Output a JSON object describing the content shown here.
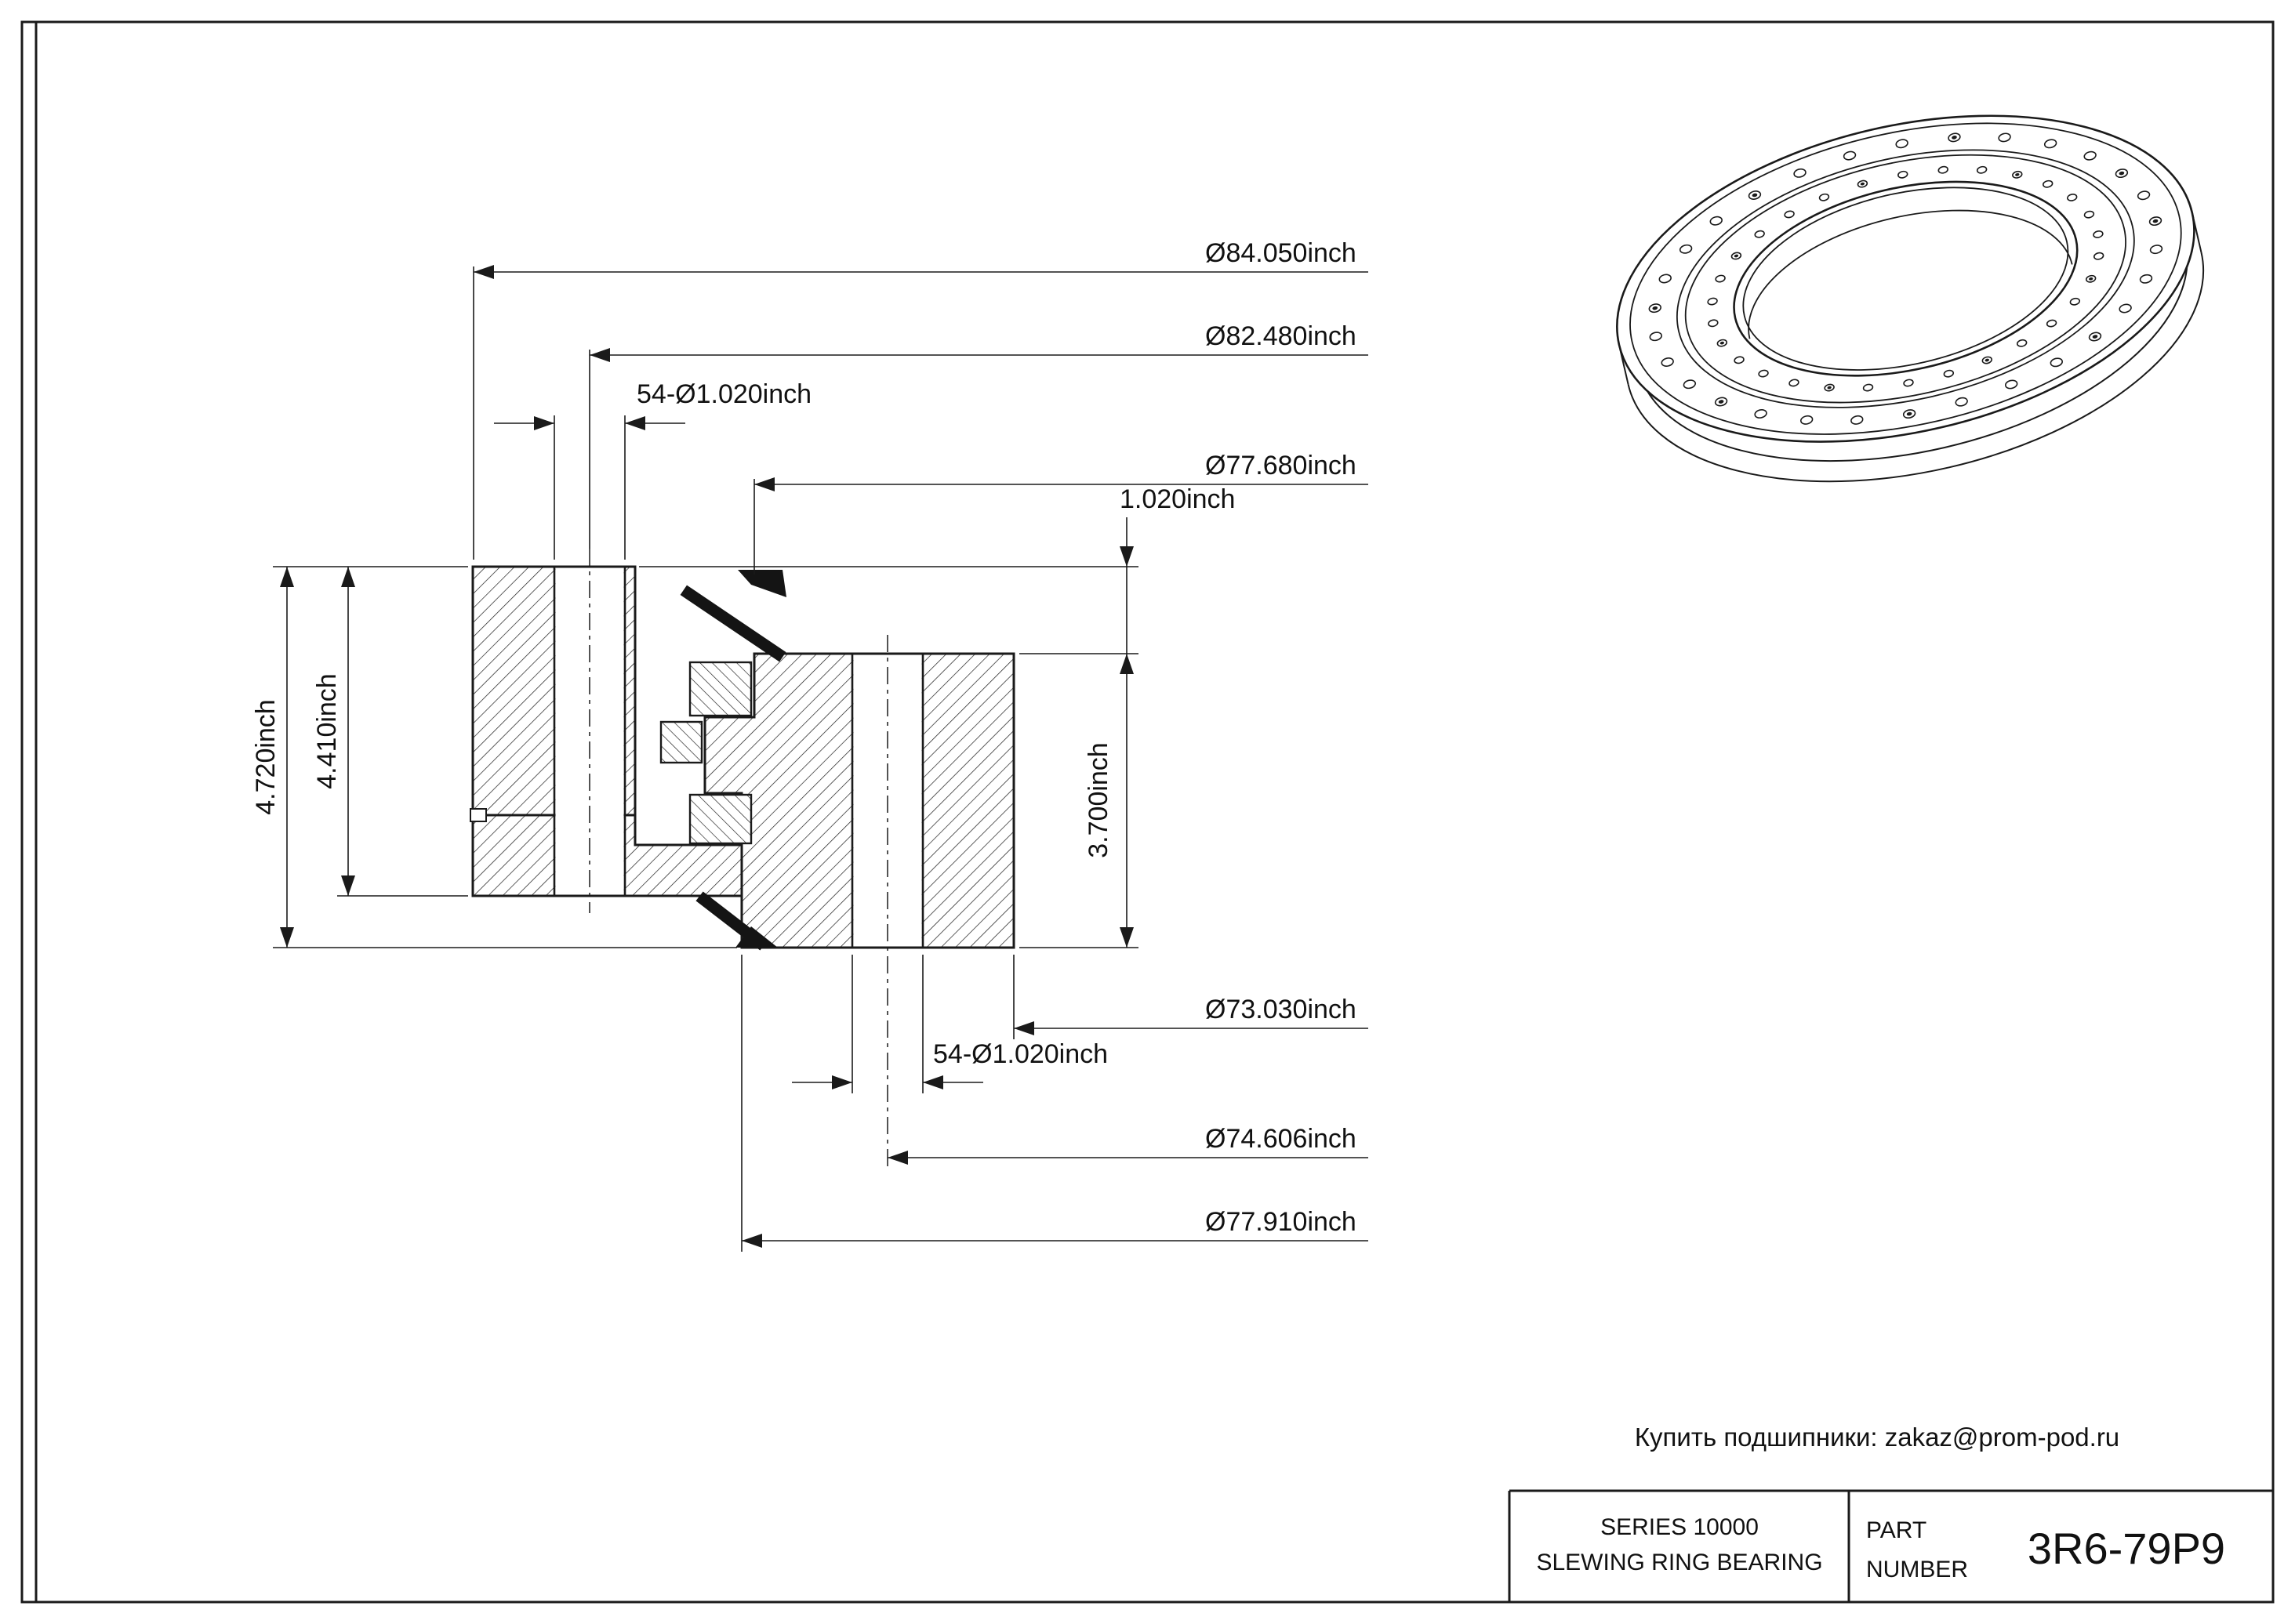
{
  "page": {
    "background_color": "#ffffff",
    "line_color": "#1a1a1a"
  },
  "drawing": {
    "dimensions": {
      "outer_diameter": "Ø84.050inch",
      "outer_bolt_circle": "Ø82.480inch",
      "outer_holes": "54-Ø1.020inch",
      "outer_ring_bore": "Ø77.680inch",
      "face_offset": "1.020inch",
      "total_height": "4.720inch",
      "outer_ring_height": "4.410inch",
      "inner_ring_height": "3.700inch",
      "bore_diameter": "Ø73.030inch",
      "inner_holes": "54-Ø1.020inch",
      "inner_bolt_circle": "Ø74.606inch",
      "inner_ring_outer_diameter": "Ø77.910inch"
    }
  },
  "footer": {
    "contact": "Купить подшипники: zakaz@prom-pod.ru"
  },
  "title_block": {
    "series_line1": "SERIES 10000",
    "series_line2": "SLEWING RING BEARING",
    "part_label_line1": "PART",
    "part_label_line2": "NUMBER",
    "part_number": "3R6-79P9"
  }
}
